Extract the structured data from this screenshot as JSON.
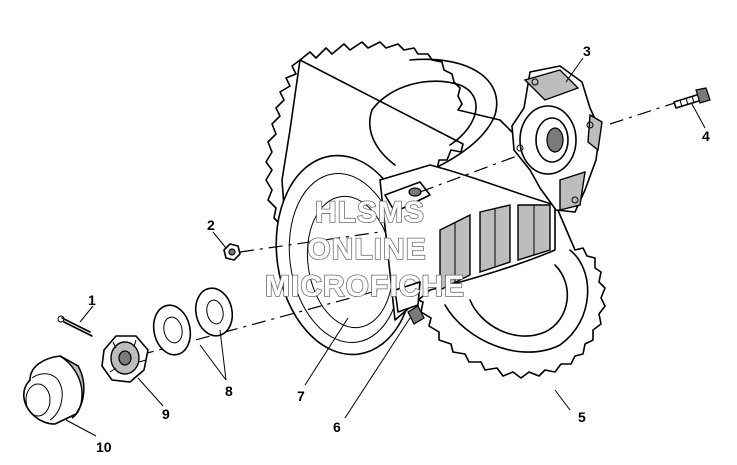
{
  "watermark": {
    "line1": "HLSMS",
    "line2": "ONLINE",
    "line3": "MICROFICHE"
  },
  "callouts": [
    {
      "id": "1",
      "part": "cotter-pin"
    },
    {
      "id": "2",
      "part": "hub-nut-small"
    },
    {
      "id": "3",
      "part": "wheel-hub"
    },
    {
      "id": "4",
      "part": "hub-bolt"
    },
    {
      "id": "5",
      "part": "tire"
    },
    {
      "id": "6",
      "part": "valve-stem"
    },
    {
      "id": "7",
      "part": "wheel-rim"
    },
    {
      "id": "8",
      "part": "washers"
    },
    {
      "id": "9",
      "part": "castle-nut"
    },
    {
      "id": "10",
      "part": "hub-cap"
    }
  ]
}
